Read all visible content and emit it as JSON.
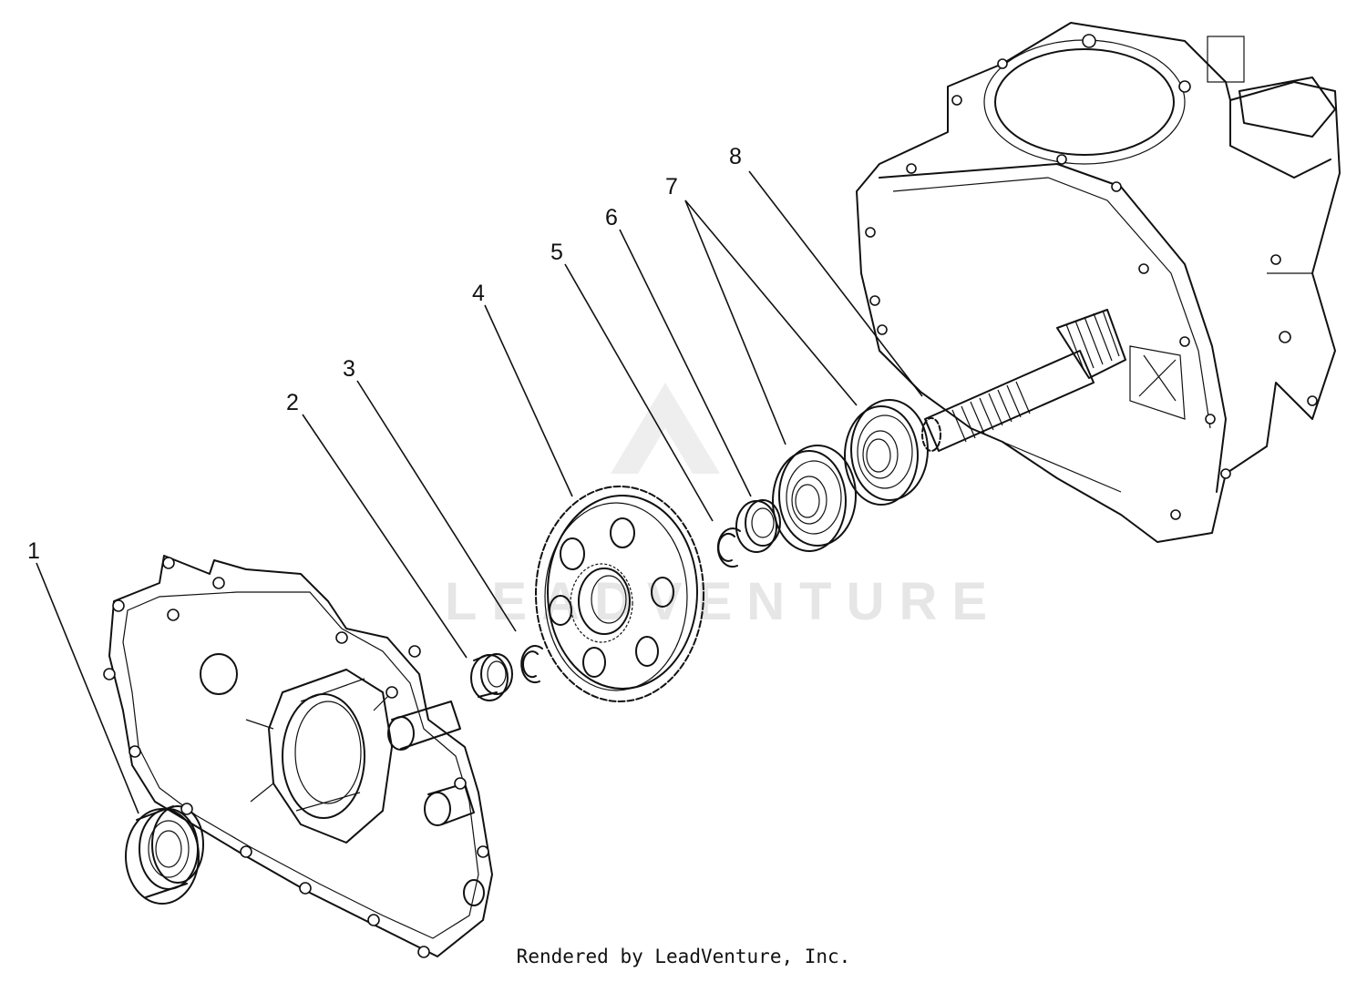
{
  "diagram": {
    "callouts": [
      "1",
      "2",
      "3",
      "4",
      "5",
      "6",
      "7",
      "8"
    ],
    "watermark": "LEADVENTURE",
    "credit": "Rendered by LeadVenture, Inc."
  }
}
